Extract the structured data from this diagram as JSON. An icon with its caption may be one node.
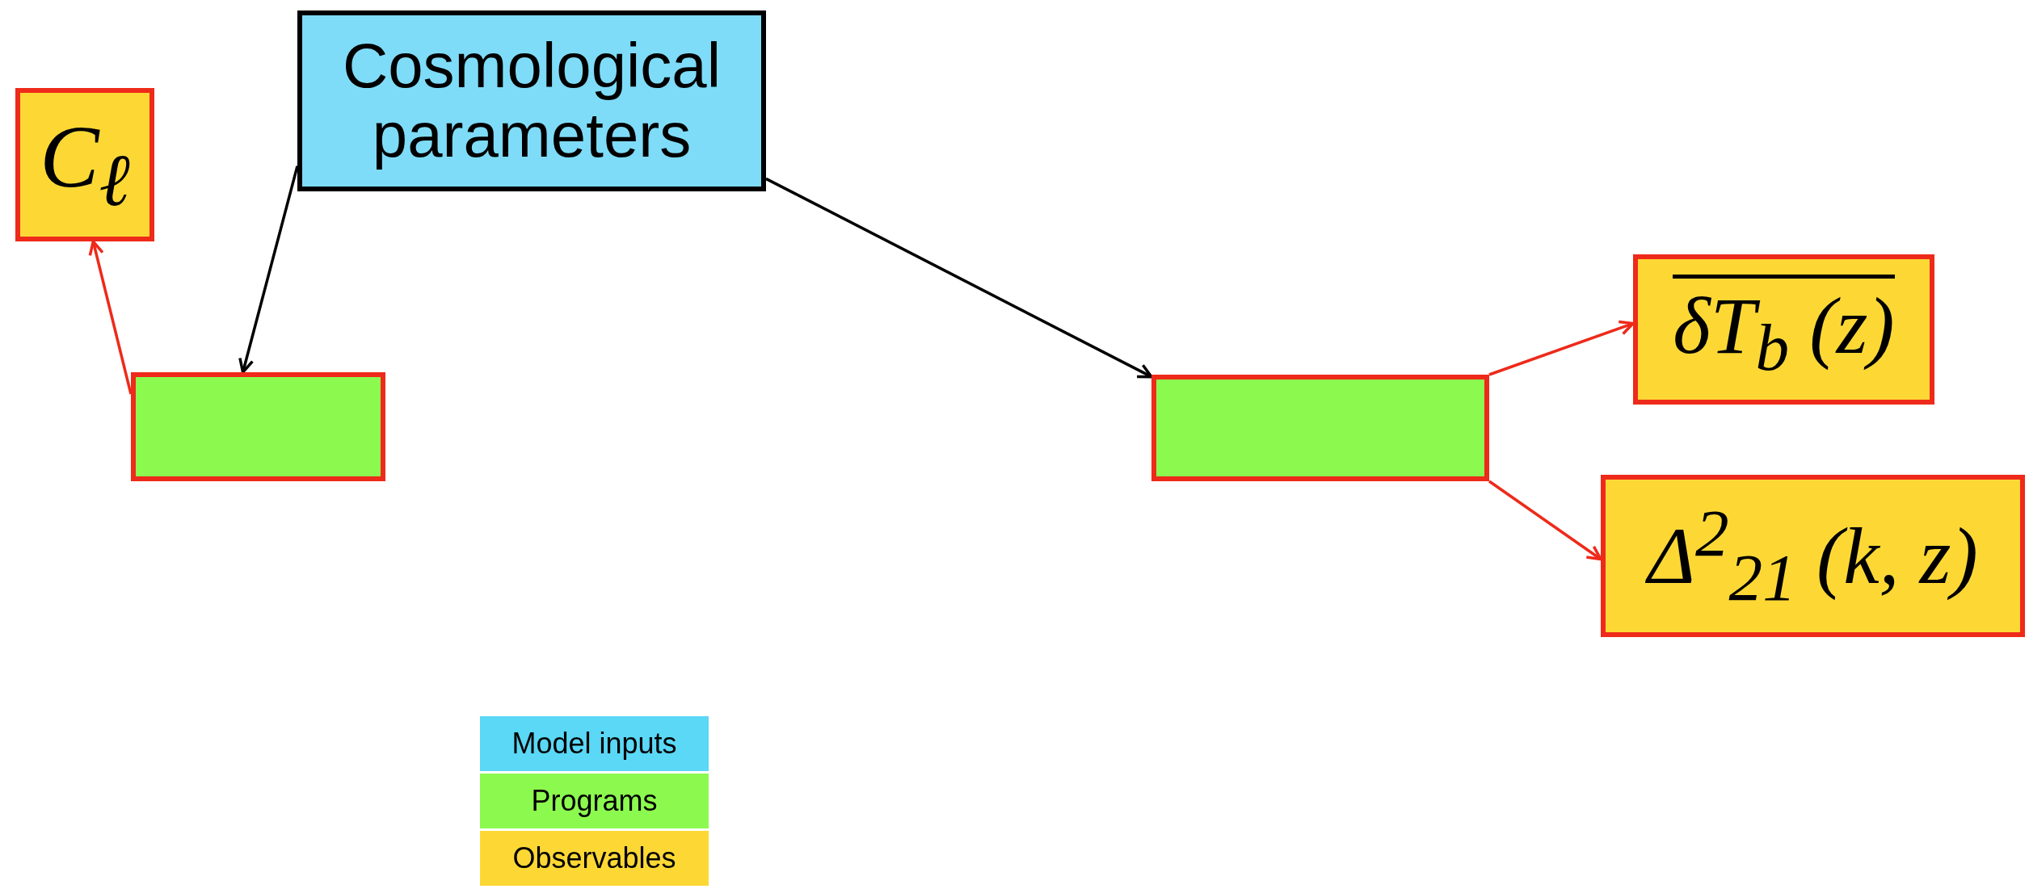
{
  "diagram": {
    "nodes": [
      {
        "text": [
          "Cosmological parameters"
        ]
      },
      {
        "text": [
          "C$_{ℓ}$"
        ]
      },
      {
        "text": [],
        "shape": "box"
      },
      {
        "text": [],
        "shape": "box"
      },
      {
        "text": [
          "δT$_{b}$ (z)"
        ]
      },
      {
        "text": [
          "Δ$^{2}$$_{21}$ (k, z)"
        ]
      }
    ],
    "edges": [
      {
        "from": 0,
        "to": 2,
        "arrow": "to",
        "color": "#000000"
      },
      {
        "from": 2,
        "to": 1,
        "arrow": "to"
      },
      {
        "from": 0,
        "to": 3,
        "arrow": "to",
        "color": "#000000"
      },
      {
        "from": 3,
        "to": 4,
        "arrow": "to"
      },
      {
        "from": 3,
        "to": 5,
        "arrow": "to"
      }
    ],
    "legend": [
      {
        "text": "Model inputs",
        "color": "#5ad8f6"
      },
      {
        "text": "Programs",
        "color": "#8cf94f"
      },
      {
        "text": "Observables",
        "color": "#fdd835"
      }
    ]
  }
}
